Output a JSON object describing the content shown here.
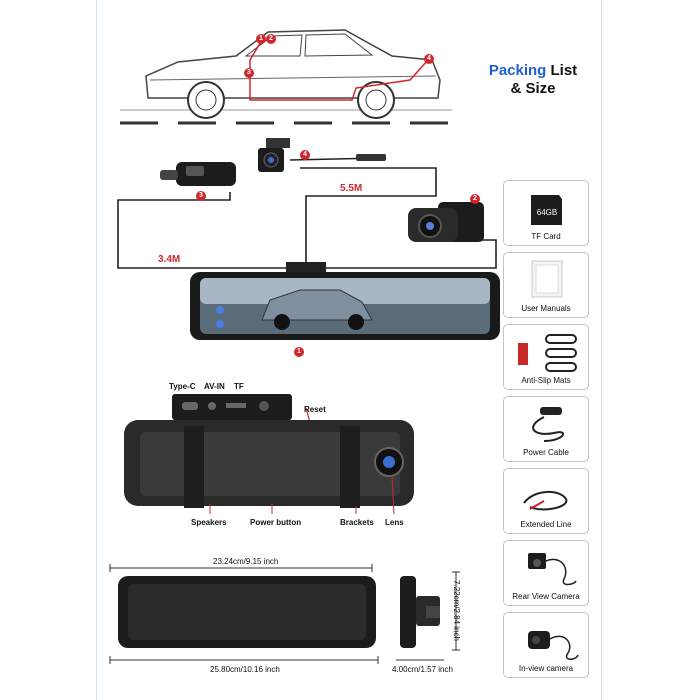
{
  "title": {
    "line1_colored": "Packing",
    "line1_rest": " List",
    "line2": "& Size"
  },
  "diagram": {
    "cable_length_short": "3.4M",
    "cable_length_long": "5.5M",
    "badges": [
      "1",
      "2",
      "3",
      "4"
    ]
  },
  "ports": {
    "type_c": "Type-C",
    "av_in": "AV-IN",
    "tf": "TF",
    "reset": "Reset"
  },
  "parts": {
    "speakers": "Speakers",
    "power_button": "Power button",
    "brackets": "Brackets",
    "lens": "Lens"
  },
  "dimensions": {
    "top_width": "23.24cm/9.15 inch",
    "bottom_width": "25.80cm/10.16 inch",
    "height": "7.22cm/2.84 inch",
    "depth": "4.00cm/1.57 inch"
  },
  "packing_list": [
    {
      "label": "TF Card",
      "icon": "sd-card-icon",
      "card_text": "64GB"
    },
    {
      "label": "User Manuals",
      "icon": "manual-icon"
    },
    {
      "label": "Anti-Slip Mats",
      "icon": "mat-icon"
    },
    {
      "label": "Power Cable",
      "icon": "power-cable-icon"
    },
    {
      "label": "Extended Line",
      "icon": "extension-cable-icon"
    },
    {
      "label": "Rear View Camera",
      "icon": "rear-camera-icon"
    },
    {
      "label": "In-view camera",
      "icon": "inview-camera-icon"
    }
  ],
  "colors": {
    "accent_blue": "#1f5fd6",
    "accent_red": "#d0282e",
    "card_border": "#bfc5cc"
  }
}
